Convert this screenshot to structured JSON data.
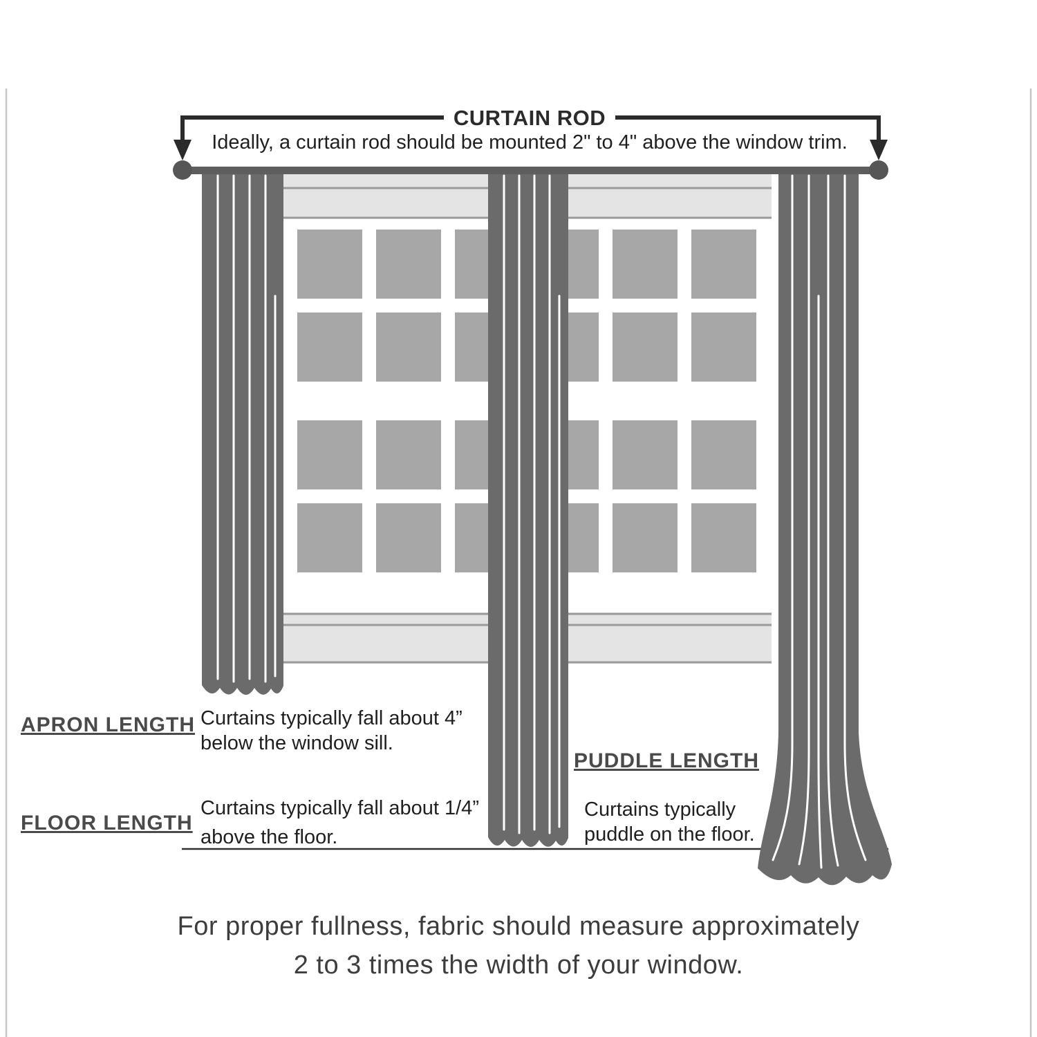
{
  "colors": {
    "curtain": "#6b6b6b",
    "rod": "#5e5e5e",
    "finial": "#565656",
    "pane": "#a7a7a7",
    "frame": "#e4e4e4",
    "frame_line": "#9a9a9a",
    "callout": "#2b2b2b",
    "floor_line": "#2f2f2f",
    "edge_line": "#c6c6c6"
  },
  "header": {
    "title": "CURTAIN ROD",
    "subtitle": "Ideally, a curtain rod should be mounted 2\" to 4\" above the window trim."
  },
  "labels": {
    "apron": {
      "title": "APRON LENGTH",
      "line1": "Curtains typically fall about 4”",
      "line2": "below the window sill."
    },
    "puddle": {
      "title": "PUDDLE LENGTH",
      "line1": "Curtains typically",
      "line2": "puddle on the floor."
    },
    "floor": {
      "title": "FLOOR LENGTH",
      "line1": "Curtains typically fall about 1/4”",
      "line2": "above the floor."
    }
  },
  "caption": {
    "line1": "For proper fullness, fabric should measure approximately",
    "line2": "2 to 3 times the width of your window."
  }
}
